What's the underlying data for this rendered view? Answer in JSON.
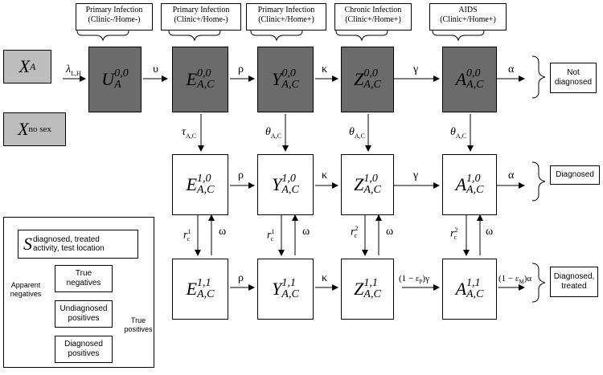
{
  "headers": [
    {
      "line1": "Primary Infection",
      "line2": "(Clinic-/Home-)"
    },
    {
      "line1": "Primary Infection",
      "line2": "(Clinic+/Home-)"
    },
    {
      "line1": "Primary Infection",
      "line2": "(Clinic+/Home+)"
    },
    {
      "line1": "Chronic Infection",
      "line2": "(Clinic+/Home+)"
    },
    {
      "line1": "AIDS",
      "line2": "(Clinic+/Home+)"
    }
  ],
  "left_nodes": {
    "xa": {
      "letter": "X",
      "sub": "A"
    },
    "xnosex": {
      "letter": "X",
      "sub": "no sex"
    }
  },
  "row0": {
    "u": {
      "letter": "U",
      "sup": "0,0",
      "sub": "A"
    },
    "e": {
      "letter": "E",
      "sup": "0,0",
      "sub": "A,C"
    },
    "y": {
      "letter": "Y",
      "sup": "0,0",
      "sub": "A,C"
    },
    "z": {
      "letter": "Z",
      "sup": "0,0",
      "sub": "A,C"
    },
    "a": {
      "letter": "A",
      "sup": "0,0",
      "sub": "A,C"
    }
  },
  "row1": {
    "e": {
      "letter": "E",
      "sup": "1,0",
      "sub": "A,C"
    },
    "y": {
      "letter": "Y",
      "sup": "1,0",
      "sub": "A,C"
    },
    "z": {
      "letter": "Z",
      "sup": "1,0",
      "sub": "A,C"
    },
    "a": {
      "letter": "A",
      "sup": "1,0",
      "sub": "A,C"
    }
  },
  "row2": {
    "e": {
      "letter": "E",
      "sup": "1,1",
      "sub": "A,C"
    },
    "y": {
      "letter": "Y",
      "sup": "1,1",
      "sub": "A,C"
    },
    "z": {
      "letter": "Z",
      "sup": "1,1",
      "sub": "A,C"
    },
    "a": {
      "letter": "A",
      "sup": "1,1",
      "sub": "A,C"
    }
  },
  "rates": {
    "lambda": "λ",
    "lambda_sub": "L,H",
    "upsilon": "υ",
    "rho": "ρ",
    "kappa": "κ",
    "gamma": "γ",
    "alpha": "α",
    "tau": "τ",
    "tau_sub": "A,C",
    "theta": "θ",
    "theta_sub": "A,C",
    "r": "r",
    "r_sub": "c",
    "r_sup1": "1",
    "r_sup2": "2",
    "omega": "ω",
    "gamma_treated": "(1 − ε",
    "gamma_treated_sub": "P",
    "gamma_treated_end": ")γ",
    "alpha_treated": "(1 − ε",
    "alpha_treated_sub": "M",
    "alpha_treated_end": ")α"
  },
  "outcomes": {
    "not_diagnosed": "Not diagnosed",
    "diagnosed": "Diagnosed",
    "diagnosed_treated": "Diagnosed, treated"
  },
  "legend": {
    "s_letter": "S",
    "s_sup": "diagnosed, treated",
    "s_sub": "activity, test location",
    "true_negatives": "True negatives",
    "undiagnosed_positives": "Undiagnosed positives",
    "diagnosed_positives": "Diagnosed positives",
    "apparent_negatives": "Apparent negatives",
    "true_positives": "True positives"
  },
  "colors": {
    "dark": "#6b6b6b",
    "light": "#bdbdbd"
  }
}
